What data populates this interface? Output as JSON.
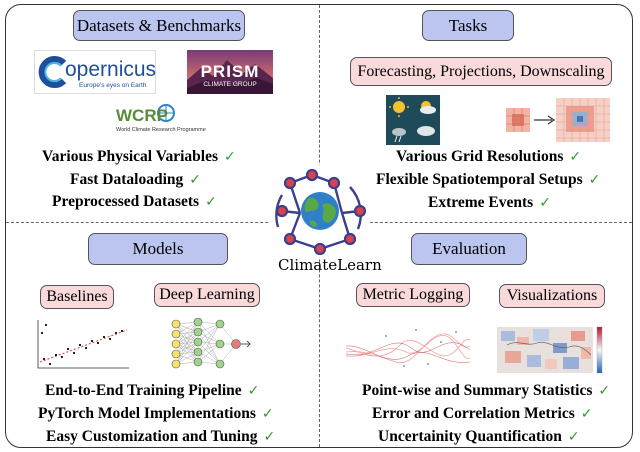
{
  "quadrants": {
    "datasets": {
      "title": "Datasets & Benchmarks",
      "logos": {
        "copernicus_name": "opernicus",
        "copernicus_tagline": "Europe's eyes on Earth",
        "prism_name": "PRISM",
        "prism_sub": "CLIMATE GROUP",
        "wcrp_name": "WCRP",
        "wcrp_sub": "World Climate Research Programme"
      },
      "features": [
        "Various Physical Variables",
        "Fast Dataloading",
        "Preprocessed Datasets"
      ]
    },
    "tasks": {
      "title": "Tasks",
      "subtitle": "Forecasting, Projections, Downscaling",
      "features": [
        "Various Grid Resolutions",
        "Flexible Spatiotemporal Setups",
        "Extreme Events"
      ]
    },
    "models": {
      "title": "Models",
      "tags": [
        "Baselines",
        "Deep Learning"
      ],
      "features": [
        "End-to-End Training Pipeline",
        "PyTorch Model Implementations",
        "Easy Customization and Tuning"
      ]
    },
    "evaluation": {
      "title": "Evaluation",
      "tags": [
        "Metric Logging",
        "Visualizations"
      ],
      "features": [
        "Point-wise and Summary Statistics",
        "Error and Correlation Metrics",
        "Uncertainity Quantification"
      ]
    }
  },
  "center": {
    "label": "ClimateLearn"
  },
  "check_mark": "✓",
  "colors": {
    "title_fill": "#bcc5ef",
    "tag_fill": "#f9d9d9",
    "check": "#2e9a2e",
    "node_red": "#d8434c",
    "node_blue": "#3b3f8f"
  }
}
